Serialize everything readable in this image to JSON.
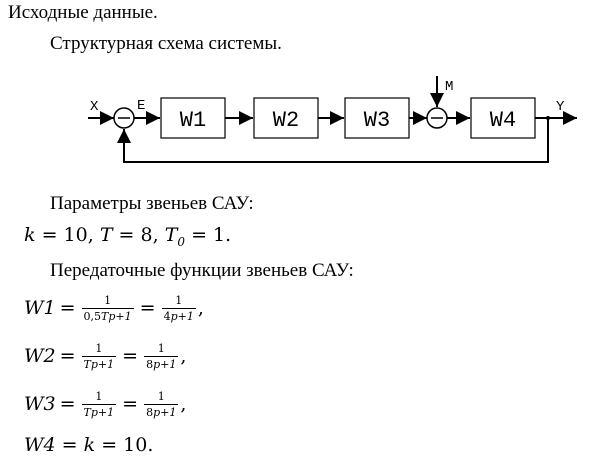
{
  "heading": "Исходные данные.",
  "diagram_caption": "Структурная схема системы.",
  "diagram": {
    "blocks": [
      "W1",
      "W2",
      "W3",
      "W4"
    ],
    "input_label": "X",
    "error_label": "E",
    "disturbance_label": "M",
    "output_label": "Y"
  },
  "params_caption": "Параметры звеньев САУ:",
  "params": {
    "k_var": "k",
    "k_val": "10",
    "T_var": "T",
    "T_val": "8",
    "T0_var": "T",
    "T0_sub": "0",
    "T0_val": "1."
  },
  "tf_caption": "Передаточные функции звеньев САУ:",
  "tf": {
    "w1_name": "W1",
    "w1_num1": "1",
    "w1_den1_coef": "0,5",
    "w1_den1_rest": "Tp+1",
    "w1_num2": "1",
    "w1_den2_coef": "4",
    "w1_den2_rest": "p+1",
    "w2_name": "W2",
    "w2_num1": "1",
    "w2_den1": "Tp+1",
    "w2_num2": "1",
    "w2_den2_coef": "8",
    "w2_den2_rest": "p+1",
    "w3_name": "W3",
    "w3_num1": "1",
    "w3_den1": "Tp+1",
    "w3_num2": "1",
    "w3_den2_coef": "8",
    "w3_den2_rest": "p+1",
    "w4_name": "W4",
    "w4_k": "k",
    "w4_val": "10."
  },
  "symbols": {
    "equals": "=",
    "comma": ",",
    "minus": "−"
  }
}
